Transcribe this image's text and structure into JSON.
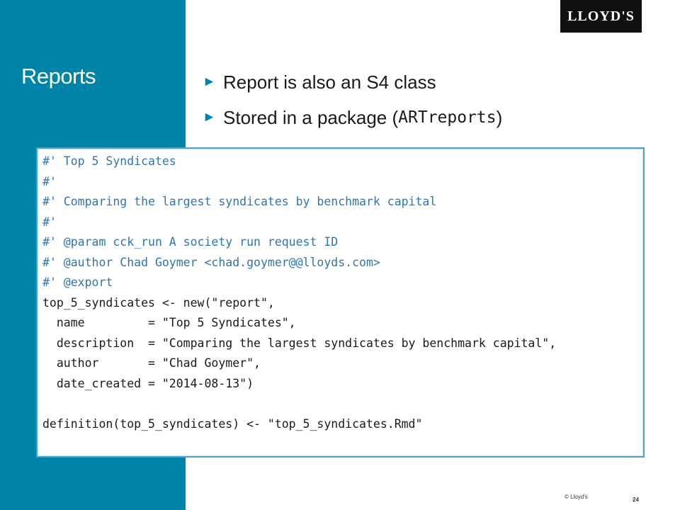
{
  "slide": {
    "title": "Reports",
    "logo_text": "LLOYD'S",
    "bullets": [
      {
        "text": "Report is also an S4 class",
        "code": ""
      },
      {
        "text": "Stored in a package (",
        "code": "ARTreports",
        "suffix": ")"
      }
    ],
    "code_lines": [
      {
        "text": "#' Top 5 Syndicates",
        "kind": "comment"
      },
      {
        "text": "#'",
        "kind": "comment"
      },
      {
        "text": "#' Comparing the largest syndicates by benchmark capital",
        "kind": "comment"
      },
      {
        "text": "#'",
        "kind": "comment"
      },
      {
        "text": "#' @param cck_run A society run request ID",
        "kind": "comment"
      },
      {
        "text": "#' @author Chad Goymer <chad.goymer@@lloyds.com>",
        "kind": "comment"
      },
      {
        "text": "#' @export",
        "kind": "comment"
      },
      {
        "text": "top_5_syndicates <- new(\"report\",",
        "kind": "code"
      },
      {
        "text": "  name         = \"Top 5 Syndicates\",",
        "kind": "code"
      },
      {
        "text": "  description  = \"Comparing the largest syndicates by benchmark capital\",",
        "kind": "code"
      },
      {
        "text": "  author       = \"Chad Goymer\",",
        "kind": "code"
      },
      {
        "text": "  date_created = \"2014-08-13\")",
        "kind": "code"
      },
      {
        "text": "",
        "kind": "code"
      },
      {
        "text": "definition(top_5_syndicates) <- \"top_5_syndicates.Rmd\"",
        "kind": "code"
      }
    ],
    "copyright": "© Lloyd's",
    "page_number": "24",
    "colors": {
      "panel": "#0083a9",
      "comment": "#2e75b6",
      "border": "#4aa3c8"
    }
  }
}
